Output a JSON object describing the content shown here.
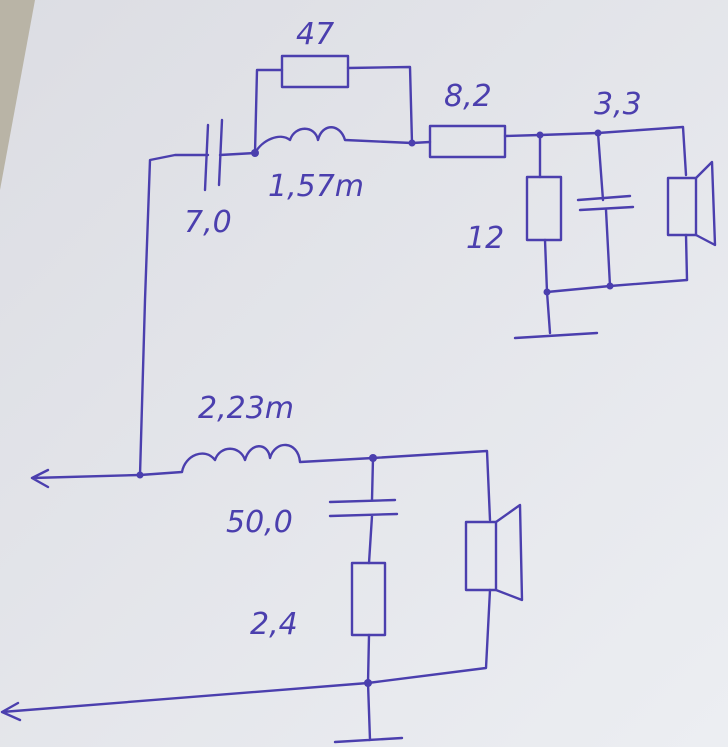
{
  "title": "Hand-drawn two-way speaker crossover schematic",
  "colors": {
    "ink": "#4b3fae",
    "paper": "#e4e6eb"
  },
  "tweeter_section": {
    "series_capacitor": "7,0",
    "inductor": "1,57m",
    "parallel_resistor": "47",
    "series_resistor": "8,2",
    "shunt_resistor": "12",
    "shunt_capacitor": "3,3"
  },
  "woofer_section": {
    "series_inductor": "2,23m",
    "zobel_capacitor": "50,0",
    "zobel_resistor": "2,4"
  }
}
